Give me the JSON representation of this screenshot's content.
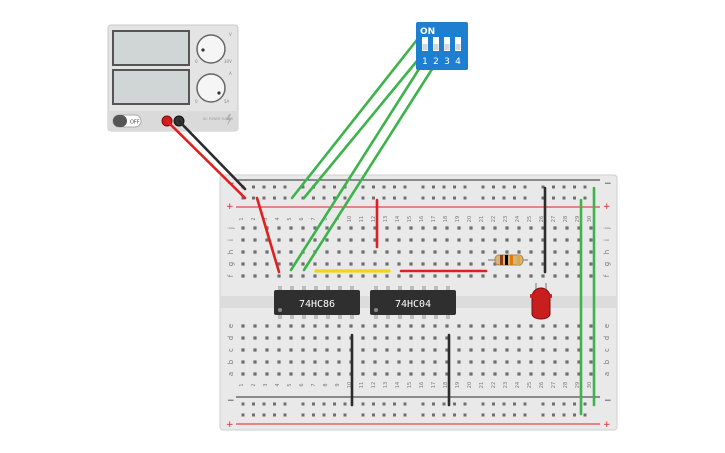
{
  "power_supply": {
    "off_label": "OFF",
    "voltage_min": "0",
    "voltage_max": "30V",
    "current_min": "0",
    "current_max": "5A",
    "brand": "DC POWER SUPPLY",
    "knob_voltage_label": "V",
    "knob_current_label": "A"
  },
  "dip_switch": {
    "on_label": "ON",
    "positions": [
      "1",
      "2",
      "3",
      "4"
    ],
    "color": "#1e7fd0"
  },
  "breadboard": {
    "plus_label": "+",
    "minus_label": "−",
    "row_letters_top": [
      "j",
      "i",
      "h",
      "g",
      "f"
    ],
    "row_letters_bottom": [
      "e",
      "d",
      "c",
      "b",
      "a"
    ],
    "column_count": 30
  },
  "chips": [
    {
      "label": "74HC86"
    },
    {
      "label": "74HC04"
    }
  ],
  "components": {
    "led_color": "#c81e1e",
    "resistor_bands": [
      "#8b4513",
      "#000000",
      "#e07a00",
      "#d4af37"
    ]
  },
  "wire_colors": {
    "red": "#e02020",
    "black": "#2b2b2b",
    "green": "#3cb44b",
    "yellow": "#f2d21b"
  }
}
